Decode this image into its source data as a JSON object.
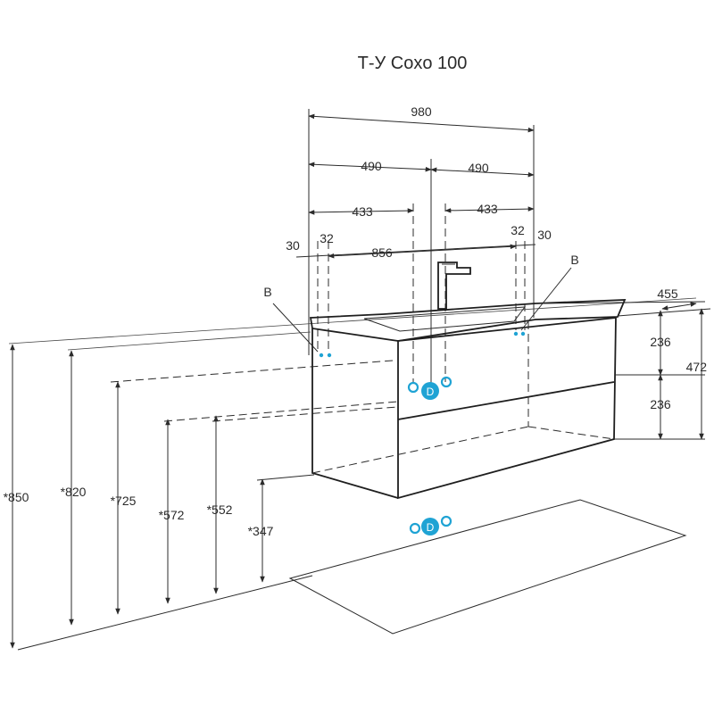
{
  "title": "Т-У Coxo 100",
  "colors": {
    "accent": "#1fa3d4",
    "line": "#2b2b2b"
  },
  "top_dims": {
    "overall_width": "980",
    "half_left": "490",
    "half_right": "490",
    "offset_left": "433",
    "offset_right": "433",
    "edge_left_outer": "30",
    "edge_left_inner": "32",
    "inner_width": "856",
    "edge_right_inner": "32",
    "edge_right_outer": "30"
  },
  "right_dims": {
    "depth": "455",
    "drawer_top": "236",
    "drawer_bottom": "236",
    "body_height": "472"
  },
  "height_dims": [
    {
      "label": "*850"
    },
    {
      "label": "*820"
    },
    {
      "label": "*725"
    },
    {
      "label": "*572"
    },
    {
      "label": "*552"
    },
    {
      "label": "*347"
    }
  ],
  "markers": {
    "label_b_left": "B",
    "label_b_right": "B",
    "label_d_wall": "D",
    "label_d_floor": "D"
  }
}
